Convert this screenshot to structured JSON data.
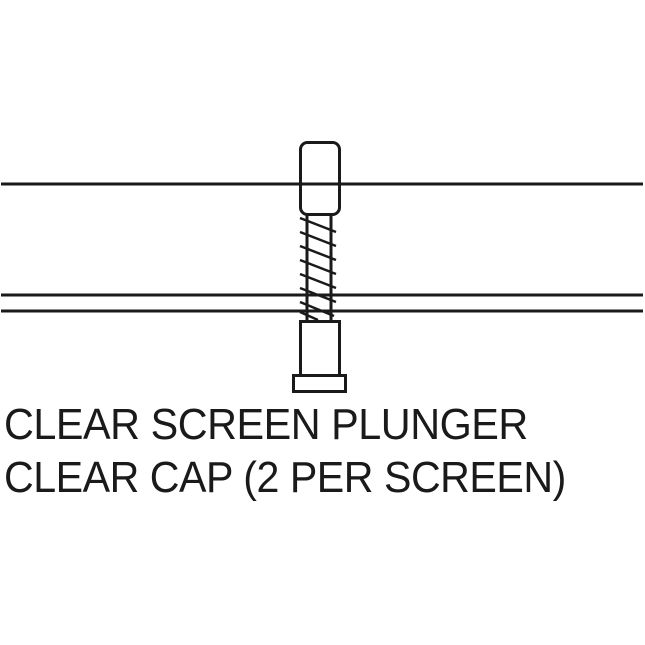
{
  "diagram": {
    "type": "technical line drawing",
    "subject": "screen plunger with spring and cap mounted on screen frame",
    "stroke_color": "#1a1a1a",
    "background_color": "#ffffff"
  },
  "labels": {
    "line1": "CLEAR SCREEN PLUNGER",
    "line2": "CLEAR CAP (2 PER SCREEN)"
  }
}
